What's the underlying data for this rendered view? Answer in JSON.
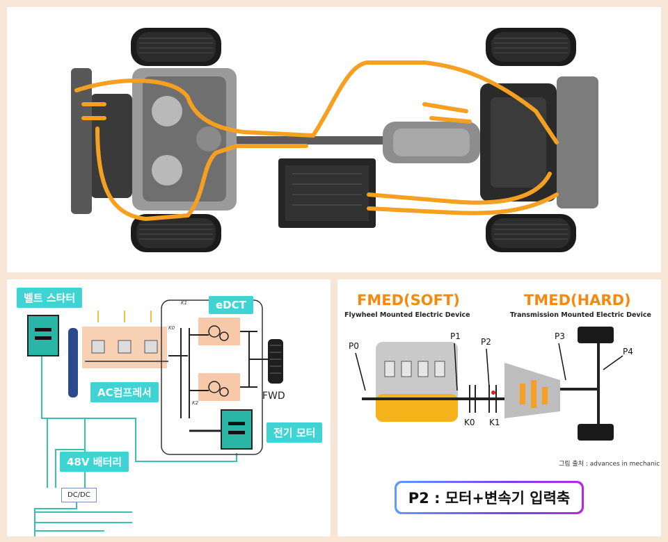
{
  "bottom_left": {
    "belt_starter": "벨트 스타터",
    "edct": "eDCT",
    "ac_compressor": "AC컴프레서",
    "fwd": "FWD",
    "electric_motor": "전기 모터",
    "battery_48v": "48V 배터리",
    "dc_dc": "DC/DC",
    "k1_label": "K1",
    "k0_label": "K0",
    "k2_label": "K2"
  },
  "bottom_right": {
    "fmed_title": "FMED(SOFT)",
    "fmed_subtitle": "Flywheel Mounted Electric Device",
    "tmed_title": "TMED(HARD)",
    "tmed_subtitle": "Transmission Mounted Electric Device",
    "positions": [
      "P0",
      "P1",
      "P2",
      "P3",
      "P4"
    ],
    "clutches": [
      "K0",
      "K1"
    ],
    "credit": "그림 출처 : advances in mechanic",
    "banner": "P2 : 모터+변속기 입력축"
  },
  "colors": {
    "orange_cable": "#f5a020",
    "teal_label": "#3fd3d3",
    "fmed_orange": "#f28a11",
    "banner_gradient": [
      "#5e9bff",
      "#7a3ef0",
      "#b32adf"
    ]
  }
}
